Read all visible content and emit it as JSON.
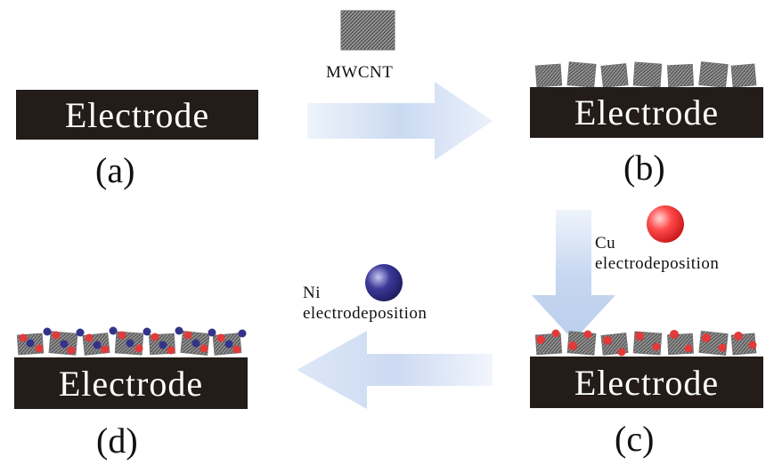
{
  "panels": {
    "a": {
      "electrode_label": "Electrode",
      "panel_label": "(a)"
    },
    "b": {
      "electrode_label": "Electrode",
      "panel_label": "(b)"
    },
    "c": {
      "electrode_label": "Electrode",
      "panel_label": "(c)"
    },
    "d": {
      "electrode_label": "Electrode",
      "panel_label": "(d)"
    }
  },
  "steps": {
    "mwcnt": {
      "label": "MWCNT"
    },
    "cu": {
      "line1": "Cu",
      "line2": "electrodeposition"
    },
    "ni": {
      "line1": "Ni",
      "line2": "electrodeposition"
    }
  },
  "colors": {
    "electrode": "#231c18",
    "arrow": "#c9d9f2",
    "nanotube": "#8a8a8a",
    "cu_particle": "#e23a3a",
    "ni_particle": "#34338a"
  },
  "icons": [
    "mwcnt-block-icon",
    "cu-sphere-icon",
    "ni-sphere-icon"
  ]
}
